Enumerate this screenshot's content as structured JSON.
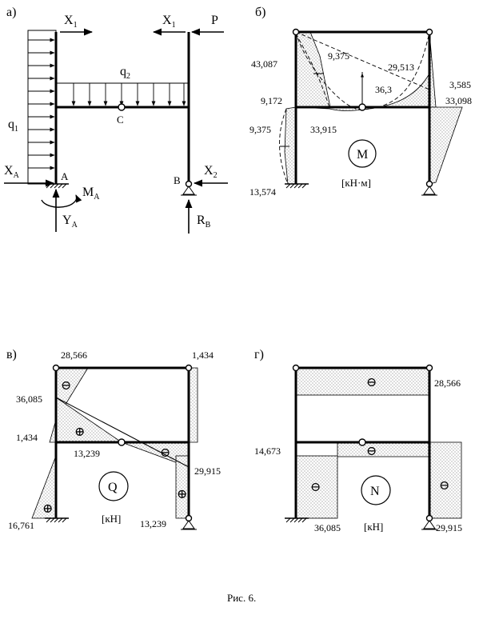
{
  "caption": "Рис. 6.",
  "panels": {
    "a": {
      "label": "а)",
      "X1_left": "X",
      "X1_left_sub": "1",
      "X1_right": "X",
      "X1_right_sub": "1",
      "P": "P",
      "q1": "q",
      "q1_sub": "1",
      "q2": "q",
      "q2_sub": "2",
      "C": "C",
      "XA": "X",
      "XA_sub": "A",
      "A": "A",
      "MA": "M",
      "MA_sub": "A",
      "YA": "Y",
      "YA_sub": "A",
      "B": "B",
      "X2": "X",
      "X2_sub": "2",
      "RB": "R",
      "RB_sub": "B"
    },
    "b": {
      "label": "б)",
      "circle": "M",
      "units": "[кН·м]",
      "values": [
        "43,087",
        "9,375",
        "29,513",
        "36,3",
        "3,585",
        "9,172",
        "33,915",
        "33,098",
        "9,375",
        "13,574"
      ]
    },
    "v": {
      "label": "в)",
      "circle": "Q",
      "units": "[кН]",
      "values": [
        "28,566",
        "1,434",
        "36,085",
        "1,434",
        "13,239",
        "29,915",
        "16,761",
        "13,239"
      ],
      "signs": [
        "⊖",
        "⊕",
        "⊖",
        "⊕",
        "⊕"
      ]
    },
    "g": {
      "label": "г)",
      "circle": "N",
      "units": "[кН]",
      "values": [
        "28,566",
        "14,673",
        "36,085",
        "29,915"
      ],
      "signs": [
        "⊖",
        "⊖",
        "⊖",
        "⊖"
      ]
    }
  }
}
